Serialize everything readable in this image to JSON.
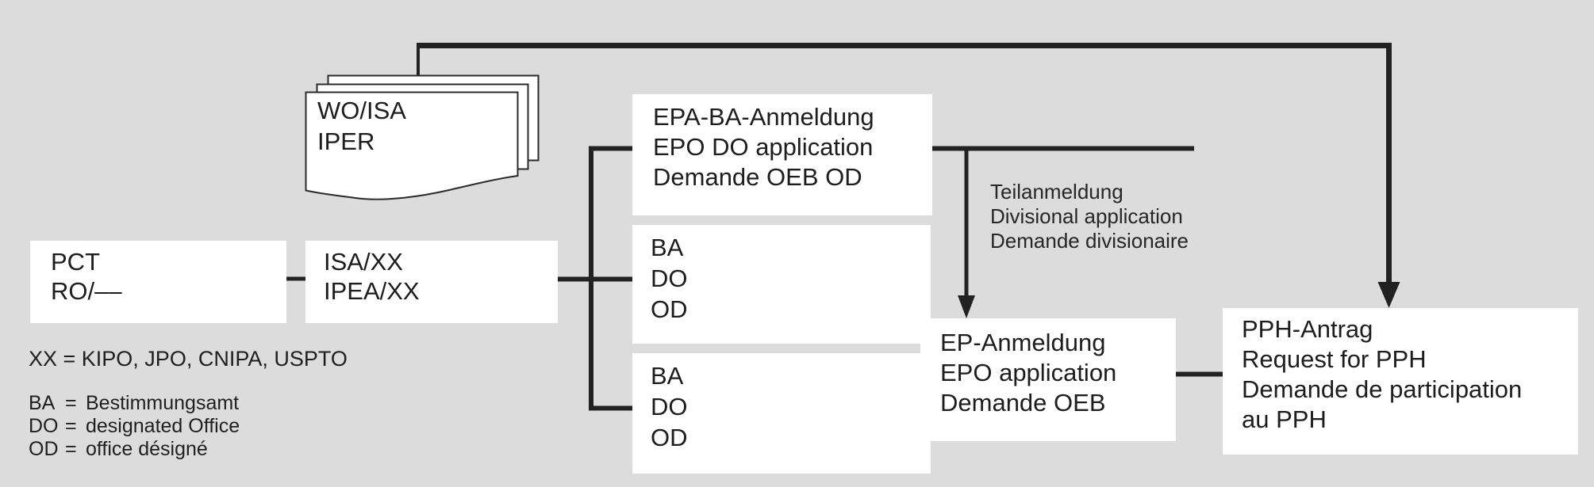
{
  "colors": {
    "background": "#dcdcdc",
    "box_fill": "#ffffff",
    "line": "#222222",
    "text": "#1d1d1d"
  },
  "document_stack": {
    "lines": [
      "WO/ISA",
      "IPER"
    ]
  },
  "boxes": {
    "pct": {
      "lines": [
        "PCT",
        "RO/––"
      ]
    },
    "isa": {
      "lines": [
        "ISA/XX",
        "IPEA/XX"
      ]
    },
    "epa_ba": {
      "lines": [
        "EPA-BA-Anmeldung",
        "EPO DO application",
        "Demande OEB OD"
      ]
    },
    "ba1": {
      "lines": [
        "BA",
        "DO",
        "OD"
      ]
    },
    "ba2": {
      "lines": [
        "BA",
        "DO",
        "OD"
      ]
    },
    "ep": {
      "lines": [
        "EP-Anmeldung",
        "EPO application",
        "Demande OEB"
      ]
    },
    "pph": {
      "lines": [
        "PPH-Antrag",
        "Request for PPH",
        "Demande de participation",
        "au PPH"
      ]
    }
  },
  "divisional_note": {
    "lines": [
      "Teilanmeldung",
      "Divisional application",
      "Demande divisionaire"
    ]
  },
  "legend": {
    "xx_line": "XX = KIPO, JPO, CNIPA, USPTO",
    "items": [
      {
        "abbr": "BA",
        "eq": "=",
        "def": "Bestimmungsamt"
      },
      {
        "abbr": "DO",
        "eq": "=",
        "def": "designated Office"
      },
      {
        "abbr": "OD",
        "eq": "=",
        "def": "office désigné"
      }
    ]
  }
}
